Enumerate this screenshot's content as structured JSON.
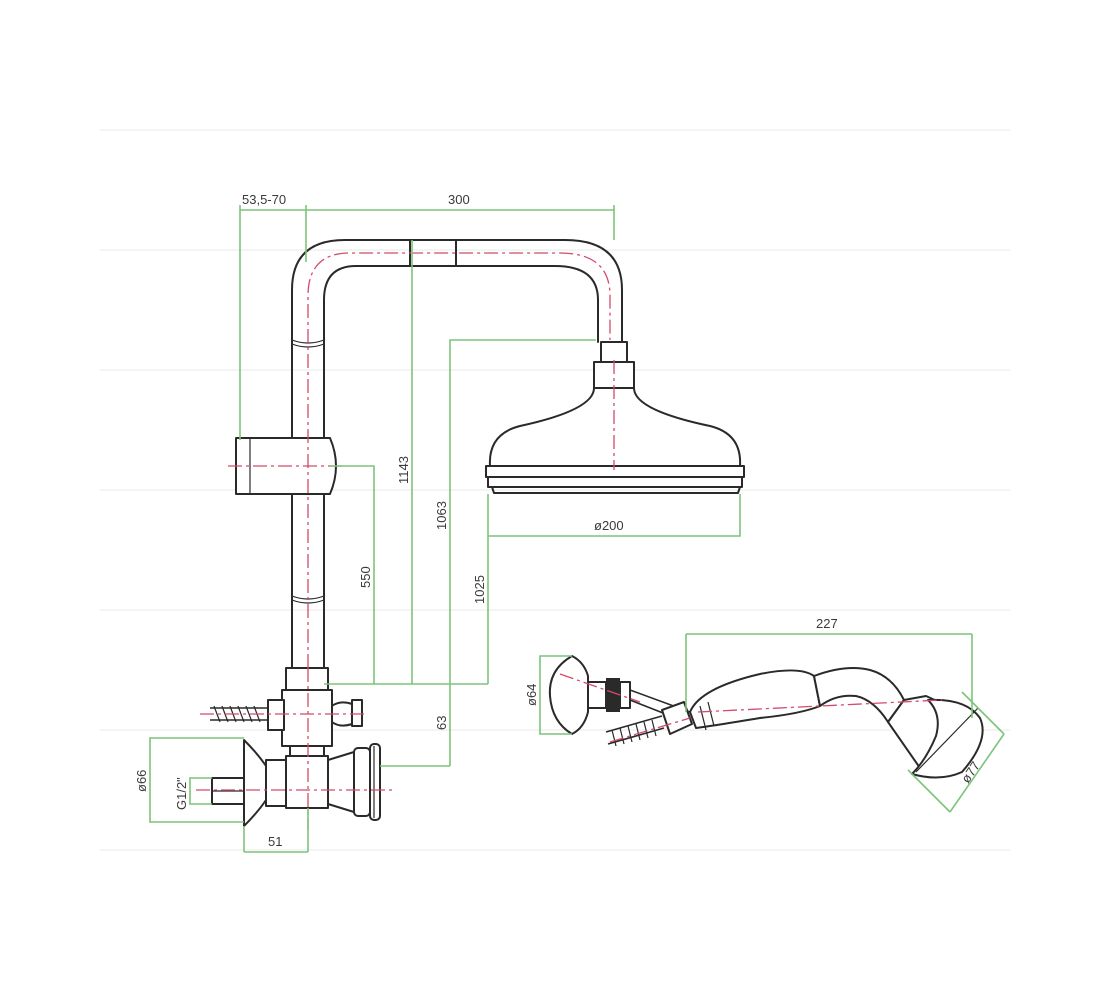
{
  "dimensions": {
    "bracket_range": "53,5-70",
    "arm_length": "300",
    "overall_height": "1143",
    "head_height": "1063",
    "head_diameter": "ø200",
    "handset_holder_height": "1025",
    "slider_height": "550",
    "valve_offset": "63",
    "inlet_size": "G1/2\"",
    "flange_diameter": "ø66",
    "valve_depth": "51",
    "handset_length": "227",
    "holder_diameter": "ø64",
    "handset_diameter": "ø77"
  },
  "colors": {
    "outline": "#2a2a2a",
    "centerline": "#d44a6a",
    "dimension": "#7cc47a"
  }
}
